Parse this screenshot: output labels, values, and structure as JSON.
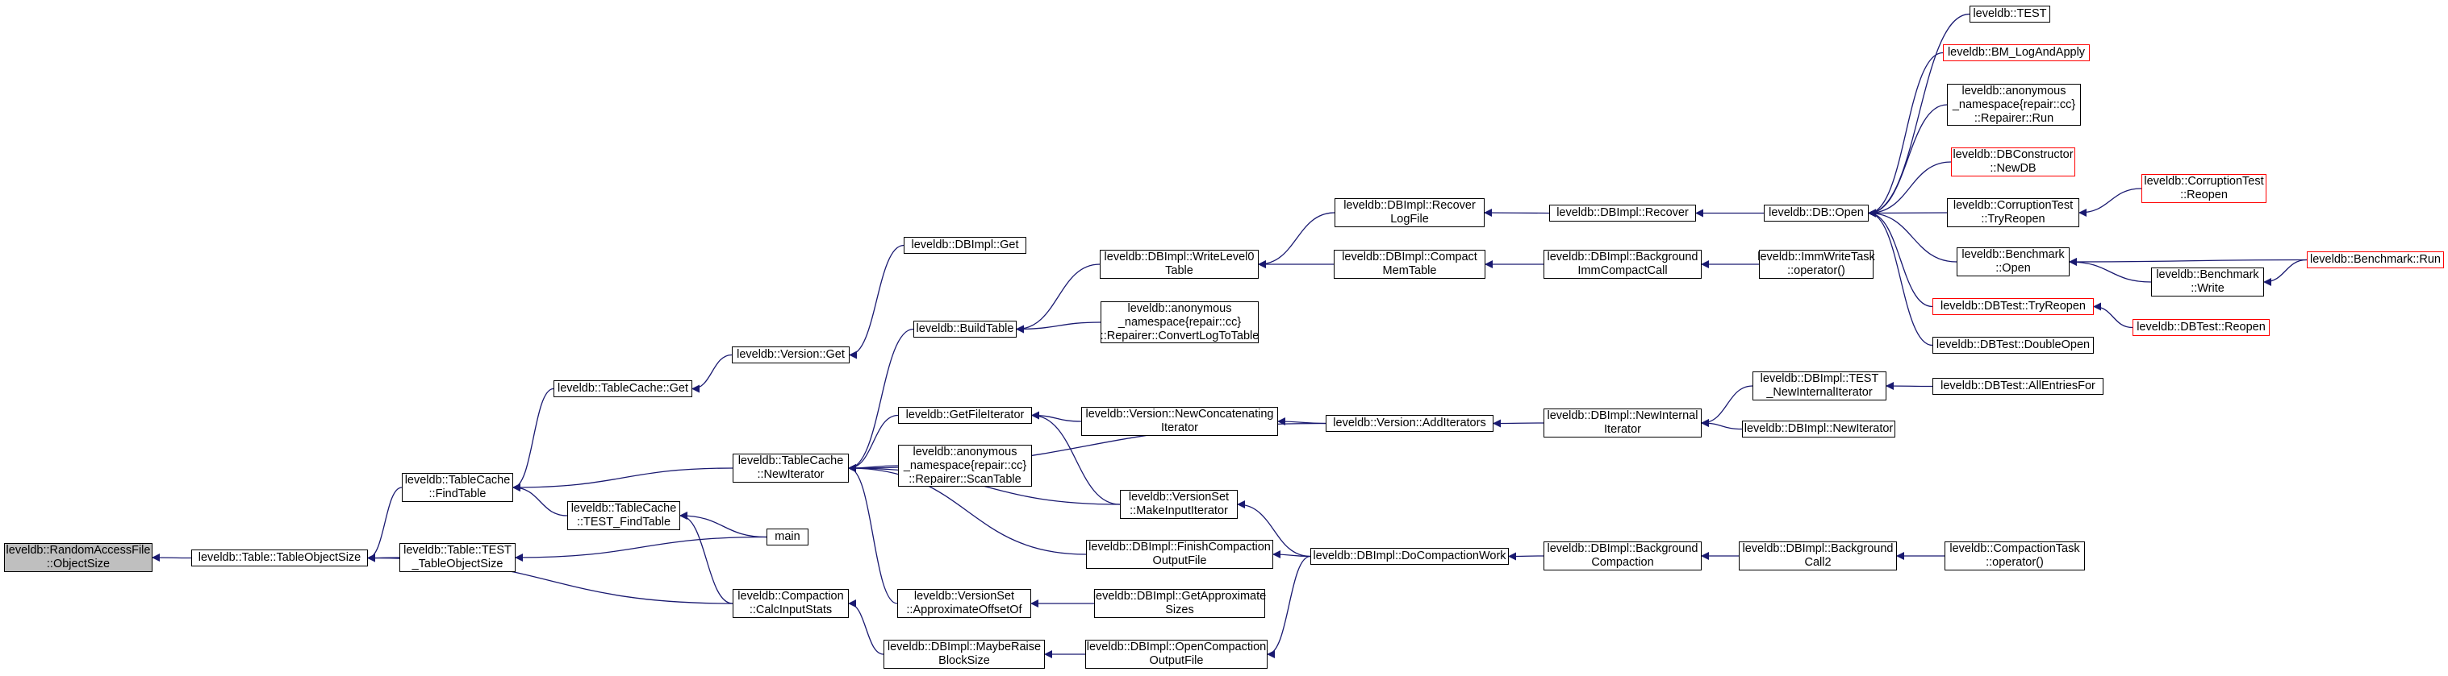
{
  "colors": {
    "edge": "#191970",
    "box_border": "#000000",
    "truncated_border": "#ff0000",
    "root_fill": "#bfbfbf",
    "background": "#ffffff"
  },
  "nodes": {
    "random_access_file": {
      "lines": [
        "leveldb::RandomAccessFile",
        "::ObjectSize"
      ]
    },
    "table_object_size": {
      "lines": [
        "leveldb::Table::TableObjectSize"
      ]
    },
    "table_cache_find_table": {
      "lines": [
        "leveldb::TableCache",
        "::FindTable"
      ]
    },
    "table_test_object_size": {
      "lines": [
        "leveldb::Table::TEST",
        "_TableObjectSize"
      ]
    },
    "table_cache_get": {
      "lines": [
        "leveldb::TableCache::Get"
      ]
    },
    "table_cache_test_find_table": {
      "lines": [
        "leveldb::TableCache",
        "::TEST_FindTable"
      ]
    },
    "main": {
      "lines": [
        "main"
      ]
    },
    "version_get": {
      "lines": [
        "leveldb::Version::Get"
      ]
    },
    "table_cache_new_iterator": {
      "lines": [
        "leveldb::TableCache",
        "::NewIterator"
      ]
    },
    "compaction_calc_input_stats": {
      "lines": [
        "leveldb::Compaction",
        "::CalcInputStats"
      ]
    },
    "dbimpl_get": {
      "lines": [
        "leveldb::DBImpl::Get"
      ]
    },
    "build_table": {
      "lines": [
        "leveldb::BuildTable"
      ]
    },
    "get_file_iterator": {
      "lines": [
        "leveldb::GetFileIterator"
      ]
    },
    "repair_scan_table": {
      "lines": [
        "leveldb::anonymous",
        "_namespace{repair::cc}",
        "::Repairer::ScanTable"
      ]
    },
    "version_set_approx_offset": {
      "lines": [
        "leveldb::VersionSet",
        "::ApproximateOffsetOf"
      ]
    },
    "maybe_raise_block_size": {
      "lines": [
        "leveldb::DBImpl::MaybeRaise",
        "BlockSize"
      ]
    },
    "write_level0_table": {
      "lines": [
        "leveldb::DBImpl::WriteLevel0",
        "Table"
      ]
    },
    "repair_convert_log": {
      "lines": [
        "leveldb::anonymous",
        "_namespace{repair::cc}",
        "::Repairer::ConvertLogToTable"
      ]
    },
    "version_new_concat_iter": {
      "lines": [
        "leveldb::Version::NewConcatenating",
        "Iterator"
      ]
    },
    "version_set_make_input_iter": {
      "lines": [
        "leveldb::VersionSet",
        "::MakeInputIterator"
      ]
    },
    "finish_compaction_output": {
      "lines": [
        "leveldb::DBImpl::FinishCompaction",
        "OutputFile"
      ]
    },
    "get_approximate_sizes": {
      "lines": [
        "leveldb::DBImpl::GetApproximate",
        "Sizes"
      ]
    },
    "open_compaction_output": {
      "lines": [
        "leveldb::DBImpl::OpenCompaction",
        "OutputFile"
      ]
    },
    "recover_log_file": {
      "lines": [
        "leveldb::DBImpl::Recover",
        "LogFile"
      ]
    },
    "compact_mem_table": {
      "lines": [
        "leveldb::DBImpl::Compact",
        "MemTable"
      ]
    },
    "version_add_iterators": {
      "lines": [
        "leveldb::Version::AddIterators"
      ]
    },
    "do_compaction_work": {
      "lines": [
        "leveldb::DBImpl::DoCompactionWork"
      ]
    },
    "dbimpl_recover": {
      "lines": [
        "leveldb::DBImpl::Recover"
      ]
    },
    "background_imm_compact": {
      "lines": [
        "leveldb::DBImpl::Background",
        "ImmCompactCall"
      ]
    },
    "new_internal_iterator": {
      "lines": [
        "leveldb::DBImpl::NewInternal",
        "Iterator"
      ]
    },
    "background_compaction": {
      "lines": [
        "leveldb::DBImpl::Background",
        "Compaction"
      ]
    },
    "db_open": {
      "lines": [
        "leveldb::DB::Open"
      ]
    },
    "imm_write_task": {
      "lines": [
        "leveldb::ImmWriteTask",
        "::operator()"
      ]
    },
    "test_new_internal_iter": {
      "lines": [
        "leveldb::DBImpl::TEST",
        "_NewInternalIterator"
      ]
    },
    "dbimpl_new_iterator": {
      "lines": [
        "leveldb::DBImpl::NewIterator"
      ]
    },
    "background_call2": {
      "lines": [
        "leveldb::DBImpl::Background",
        "Call2"
      ]
    },
    "leveldb_test": {
      "lines": [
        "leveldb::TEST"
      ]
    },
    "bm_log_and_apply": {
      "lines": [
        "leveldb::BM_LogAndApply"
      ]
    },
    "repair_run": {
      "lines": [
        "leveldb::anonymous",
        "_namespace{repair::cc}",
        "::Repairer::Run"
      ]
    },
    "db_constructor_new_db": {
      "lines": [
        "leveldb::DBConstructor",
        "::NewDB"
      ]
    },
    "corruption_test_try_reopen": {
      "lines": [
        "leveldb::CorruptionTest",
        "::TryReopen"
      ]
    },
    "benchmark_open": {
      "lines": [
        "leveldb::Benchmark",
        "::Open"
      ]
    },
    "benchmark_write": {
      "lines": [
        "leveldb::Benchmark",
        "::Write"
      ]
    },
    "dbtest_try_reopen": {
      "lines": [
        "leveldb::DBTest::TryReopen"
      ]
    },
    "dbtest_double_open": {
      "lines": [
        "leveldb::DBTest::DoubleOpen"
      ]
    },
    "dbtest_all_entries_for": {
      "lines": [
        "leveldb::DBTest::AllEntriesFor"
      ]
    },
    "compaction_task": {
      "lines": [
        "leveldb::CompactionTask",
        "::operator()"
      ]
    },
    "corruption_test_reopen": {
      "lines": [
        "leveldb::CorruptionTest",
        "::Reopen"
      ]
    },
    "benchmark_run": {
      "lines": [
        "leveldb::Benchmark::Run"
      ]
    },
    "dbtest_reopen": {
      "lines": [
        "leveldb::DBTest::Reopen"
      ]
    }
  },
  "edges": [
    [
      "table_object_size",
      "random_access_file"
    ],
    [
      "table_cache_find_table",
      "table_object_size"
    ],
    [
      "table_test_object_size",
      "table_object_size"
    ],
    [
      "compaction_calc_input_stats",
      "table_object_size"
    ],
    [
      "table_cache_get",
      "table_cache_find_table"
    ],
    [
      "table_cache_new_iterator",
      "table_cache_find_table"
    ],
    [
      "table_cache_test_find_table",
      "table_cache_find_table"
    ],
    [
      "main",
      "table_test_object_size"
    ],
    [
      "version_get",
      "table_cache_get"
    ],
    [
      "main",
      "table_cache_test_find_table"
    ],
    [
      "compaction_calc_input_stats",
      "table_cache_test_find_table"
    ],
    [
      "dbimpl_get",
      "version_get"
    ],
    [
      "build_table",
      "table_cache_new_iterator"
    ],
    [
      "version_add_iterators",
      "table_cache_new_iterator"
    ],
    [
      "get_file_iterator",
      "table_cache_new_iterator"
    ],
    [
      "repair_scan_table",
      "table_cache_new_iterator"
    ],
    [
      "version_set_make_input_iter",
      "table_cache_new_iterator"
    ],
    [
      "finish_compaction_output",
      "table_cache_new_iterator"
    ],
    [
      "version_set_approx_offset",
      "table_cache_new_iterator"
    ],
    [
      "maybe_raise_block_size",
      "compaction_calc_input_stats"
    ],
    [
      "write_level0_table",
      "build_table"
    ],
    [
      "repair_convert_log",
      "build_table"
    ],
    [
      "version_new_concat_iter",
      "get_file_iterator"
    ],
    [
      "version_set_make_input_iter",
      "get_file_iterator"
    ],
    [
      "get_approximate_sizes",
      "version_set_approx_offset"
    ],
    [
      "open_compaction_output",
      "maybe_raise_block_size"
    ],
    [
      "recover_log_file",
      "write_level0_table"
    ],
    [
      "compact_mem_table",
      "write_level0_table"
    ],
    [
      "version_add_iterators",
      "version_new_concat_iter"
    ],
    [
      "do_compaction_work",
      "version_set_make_input_iter"
    ],
    [
      "do_compaction_work",
      "finish_compaction_output"
    ],
    [
      "do_compaction_work",
      "open_compaction_output"
    ],
    [
      "dbimpl_recover",
      "recover_log_file"
    ],
    [
      "background_imm_compact",
      "compact_mem_table"
    ],
    [
      "new_internal_iterator",
      "version_add_iterators"
    ],
    [
      "background_compaction",
      "do_compaction_work"
    ],
    [
      "db_open",
      "dbimpl_recover"
    ],
    [
      "imm_write_task",
      "background_imm_compact"
    ],
    [
      "test_new_internal_iter",
      "new_internal_iterator"
    ],
    [
      "dbimpl_new_iterator",
      "new_internal_iterator"
    ],
    [
      "background_call2",
      "background_compaction"
    ],
    [
      "leveldb_test",
      "db_open"
    ],
    [
      "bm_log_and_apply",
      "db_open"
    ],
    [
      "repair_run",
      "db_open"
    ],
    [
      "db_constructor_new_db",
      "db_open"
    ],
    [
      "corruption_test_try_reopen",
      "db_open"
    ],
    [
      "benchmark_open",
      "db_open"
    ],
    [
      "dbtest_try_reopen",
      "db_open"
    ],
    [
      "dbtest_double_open",
      "db_open"
    ],
    [
      "dbtest_all_entries_for",
      "test_new_internal_iter"
    ],
    [
      "compaction_task",
      "background_call2"
    ],
    [
      "corruption_test_reopen",
      "corruption_test_try_reopen"
    ],
    [
      "benchmark_run",
      "benchmark_open"
    ],
    [
      "benchmark_write",
      "benchmark_open"
    ],
    [
      "benchmark_run",
      "benchmark_write"
    ],
    [
      "dbtest_reopen",
      "dbtest_try_reopen"
    ]
  ]
}
